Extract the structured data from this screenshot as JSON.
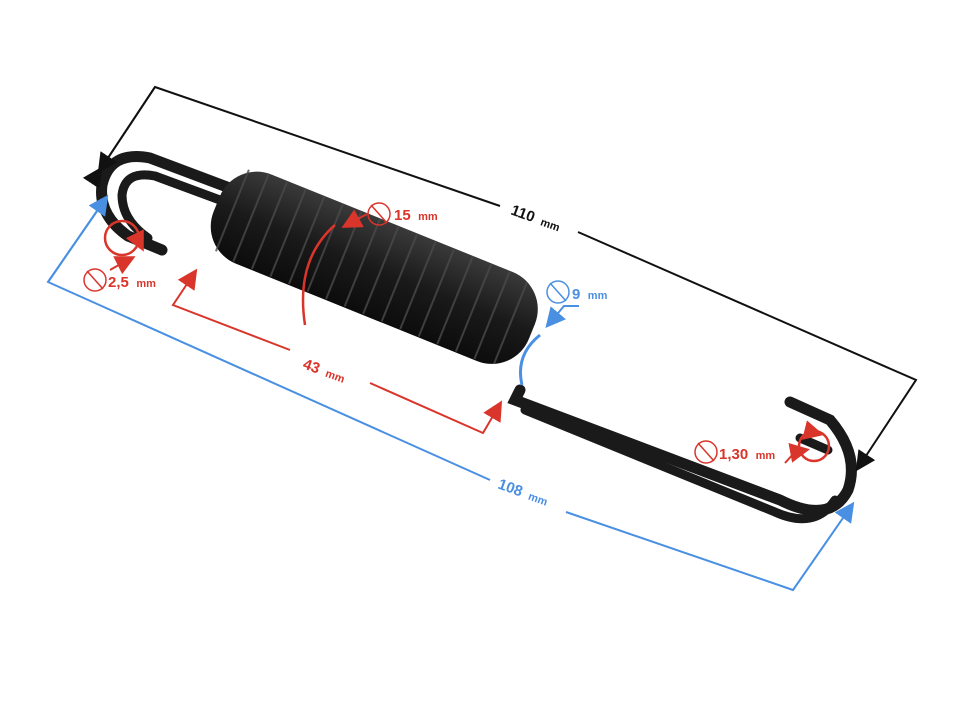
{
  "figure": {
    "subject": "extension spring with hooks",
    "background": "#ffffff",
    "spring_color": "#1c1c1c"
  },
  "colors": {
    "black_dim": "#111111",
    "red_dim": "#d9352b",
    "blue_dim": "#4a90e2"
  },
  "dimensions": {
    "overall_length": {
      "value": "110",
      "unit": "mm",
      "color": "black",
      "meaning": "total length hook to hook"
    },
    "inner_length": {
      "value": "108",
      "unit": "mm",
      "color": "blue",
      "meaning": "inner hook-to-hook length"
    },
    "coil_length": {
      "value": "43",
      "unit": "mm",
      "color": "red",
      "meaning": "coil body length"
    },
    "coil_outer_diameter": {
      "symbol": "⌀",
      "value": "15",
      "unit": "mm",
      "color": "red"
    },
    "hook_inner_diameter": {
      "symbol": "⌀",
      "value": "9",
      "unit": "mm",
      "color": "blue"
    },
    "wire_diameter_left": {
      "symbol": "⌀",
      "value": "2,5",
      "unit": "mm",
      "color": "red"
    },
    "wire_diameter_right": {
      "symbol": "⌀",
      "value": "1,30",
      "unit": "mm",
      "color": "red"
    }
  }
}
